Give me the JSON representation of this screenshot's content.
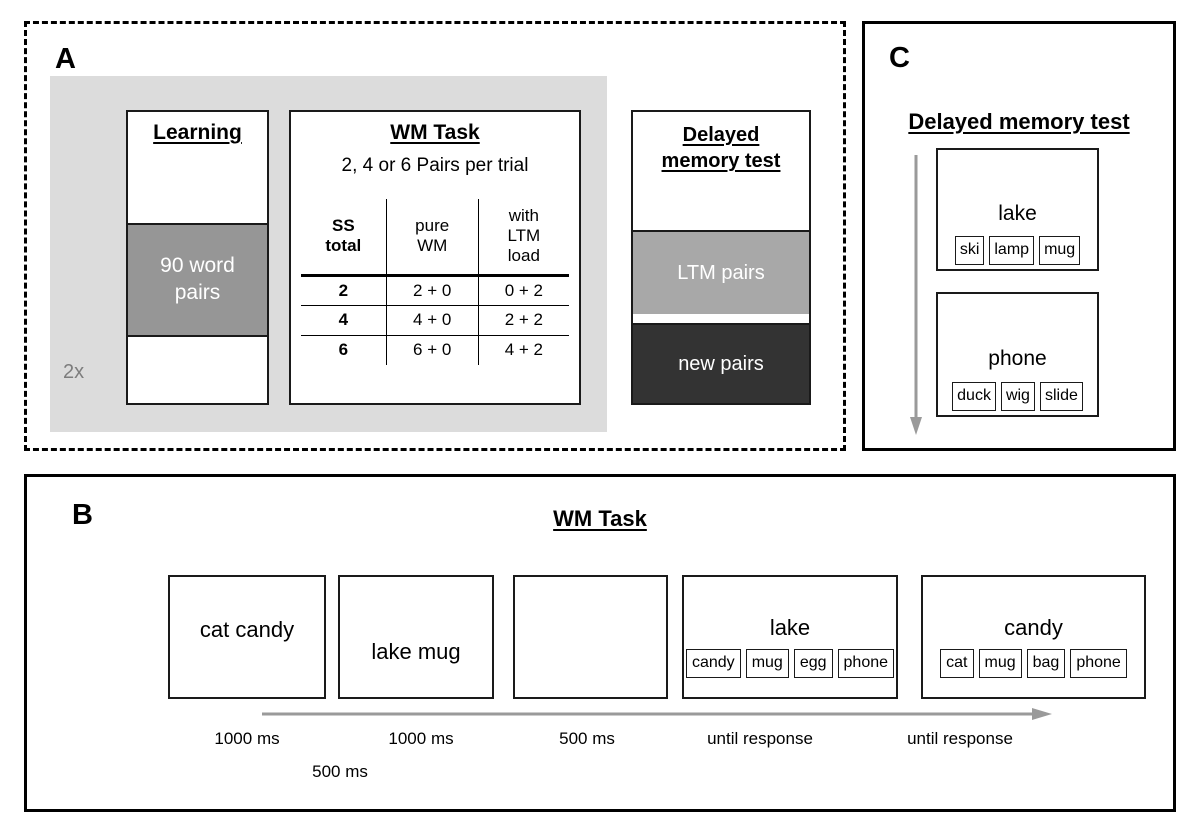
{
  "panels": {
    "a": {
      "letter": "A",
      "repeat_label": "2x",
      "learning": {
        "title": "Learning",
        "gray_label": "90 word\npairs"
      },
      "wm": {
        "title": "WM Task",
        "subtitle": "2, 4 or 6 Pairs per trial",
        "columns": [
          "SS\ntotal",
          "pure\nWM",
          "with\nLTM\nload"
        ],
        "rows": [
          [
            "2",
            "2 + 0",
            "0 + 2"
          ],
          [
            "4",
            "4 + 0",
            "2 + 2"
          ],
          [
            "6",
            "6 + 0",
            "4 + 2"
          ]
        ]
      },
      "delayed": {
        "title_line1": "Delayed",
        "title_line2": "memory test",
        "band_ltm": "LTM pairs",
        "band_new": "new pairs"
      }
    },
    "b": {
      "letter": "B",
      "title": "WM Task",
      "frames": [
        {
          "word": "cat candy",
          "options": []
        },
        {
          "word": "lake mug",
          "options": []
        },
        {
          "word": "",
          "options": []
        },
        {
          "word": "lake",
          "options": [
            "candy",
            "mug",
            "egg",
            "phone"
          ]
        },
        {
          "word": "candy",
          "options": [
            "cat",
            "mug",
            "bag",
            "phone"
          ]
        }
      ],
      "timings": [
        "1000 ms",
        "1000 ms",
        "500 ms",
        "until response",
        "until response"
      ],
      "timing_sub": "500 ms"
    },
    "c": {
      "letter": "C",
      "title": "Delayed memory test",
      "trials": [
        {
          "cue": "lake",
          "options": [
            "ski",
            "lamp",
            "mug"
          ]
        },
        {
          "cue": "phone",
          "options": [
            "duck",
            "wig",
            "slide"
          ]
        }
      ]
    }
  },
  "colors": {
    "panel_bg_gray": "#dcdcdc",
    "learning_gray": "#969696",
    "ltm_gray": "#a8a8a8",
    "new_pairs_dark": "#333333",
    "arrow_gray": "#9a9a9a",
    "repeat_text_gray": "#7d7d7d"
  }
}
